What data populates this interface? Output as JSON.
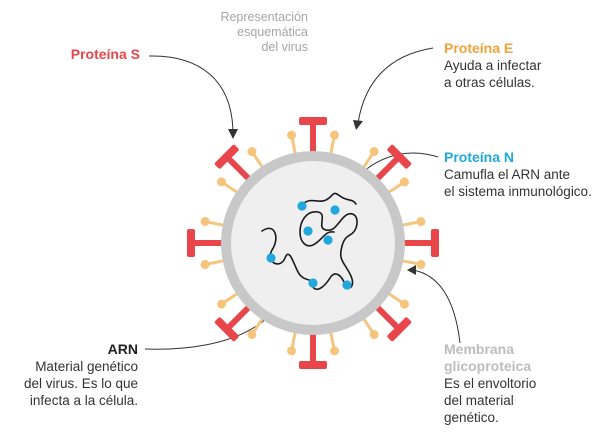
{
  "caption": {
    "lines": [
      "Representación",
      "esquemática",
      "del virus"
    ],
    "color": "#a6a6a6"
  },
  "labels": {
    "proteina_s": {
      "title": "Proteína S",
      "color": "#e8464a"
    },
    "proteina_e": {
      "title": "Proteína E",
      "desc": [
        "Ayuda a infectar",
        "a otras células."
      ],
      "color": "#f3a23b"
    },
    "proteina_n": {
      "title": "Proteína N",
      "desc": [
        "Camufla el ARN ante",
        "el sistema inmunológico."
      ],
      "color": "#20a8dc"
    },
    "arn": {
      "title": "ARN",
      "desc": [
        "Material genético",
        "del virus. Es lo que",
        "infecta a la célula."
      ],
      "color": "#222222"
    },
    "membrana": {
      "title": [
        "Membrana",
        "glicoproteica"
      ],
      "desc": [
        "Es el envoltorio",
        "del material",
        "genético."
      ],
      "color": "#bdbdbd"
    }
  },
  "colors": {
    "membrane": "#c8c8c8",
    "interior": "#efefef",
    "spike_s": "#e8464a",
    "spike_e": "#f6c57d",
    "nucleocapsid": "#20a8dc",
    "rna": "#1a1a1a",
    "arrow": "#333333"
  }
}
